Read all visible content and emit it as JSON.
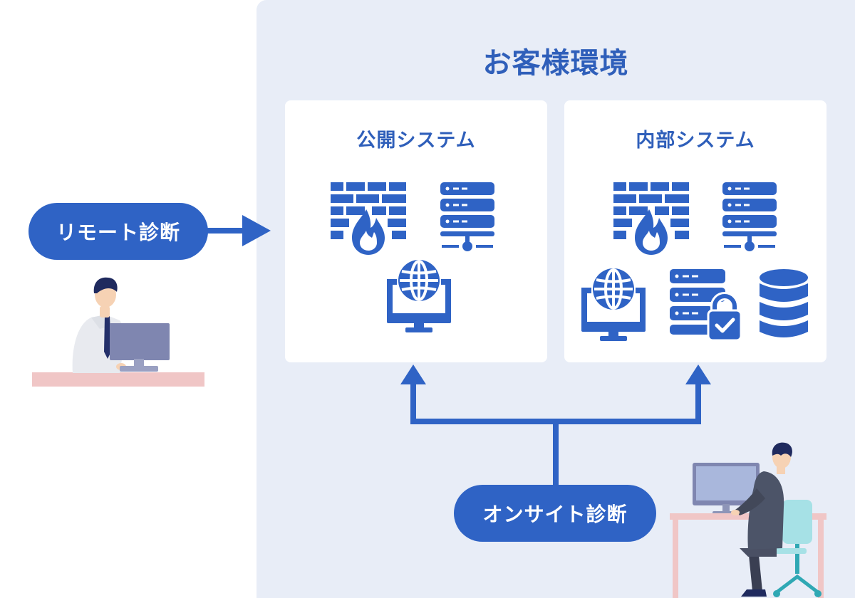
{
  "environment": {
    "title": "お客様環境"
  },
  "public_system": {
    "title": "公開システム"
  },
  "internal_system": {
    "title": "内部システム"
  },
  "remote": {
    "label": "リモート診断"
  },
  "onsite": {
    "label": "オンサイト診断"
  },
  "colors": {
    "accent": "#2f63c5",
    "env_bg": "#e8edf7",
    "desk": "#f0c6c6"
  }
}
